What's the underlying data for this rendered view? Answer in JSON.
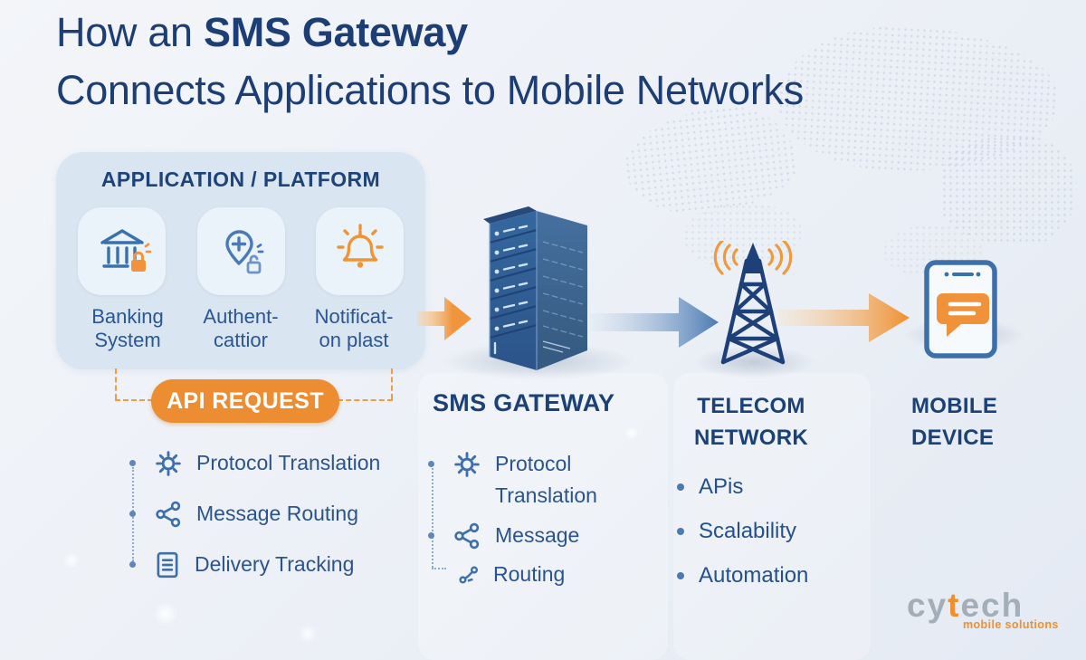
{
  "title": {
    "prefix": "How an ",
    "highlight": "SMS Gateway",
    "line2": "Connects Applications to Mobile Networks"
  },
  "app_card": {
    "title": "APPLICATION / PLATFORM",
    "tiles": [
      {
        "icon": "bank-lock-icon",
        "label_line1": "Banking",
        "label_line2": "System"
      },
      {
        "icon": "pin-plus-lock-icon",
        "label_line1": "Authent-",
        "label_line2": "cattior"
      },
      {
        "icon": "bell-icon",
        "label_line1": "Notificat-",
        "label_line2": "on plast"
      }
    ],
    "api_button": "API REQUEST",
    "features": [
      {
        "icon": "gear-icon",
        "label": "Protocol Translation"
      },
      {
        "icon": "share-icon",
        "label": "Message Routing"
      },
      {
        "icon": "document-icon",
        "label": "Delivery Tracking"
      }
    ]
  },
  "gateway": {
    "title": "SMS GATEWAY",
    "features": [
      {
        "icon": "gear-icon",
        "label": "Protocol Translation"
      },
      {
        "icon": "share-icon",
        "label": "Message"
      },
      {
        "icon": "route-icon",
        "label": "Routing"
      }
    ]
  },
  "telecom": {
    "title_line1": "TELECOM",
    "title_line2": "NETWORK",
    "features": [
      {
        "label": "APis"
      },
      {
        "label": "Scalability"
      },
      {
        "label": "Automation"
      }
    ]
  },
  "mobile": {
    "title_line1": "MOBILE",
    "title_line2": "DEVICE"
  },
  "logo": {
    "part1": "cy",
    "part2": "t",
    "part3": "ech",
    "subtitle": "mobile solutions"
  },
  "colors": {
    "navy": "#1C3E74",
    "orange": "#ED8B33",
    "steel": "#4E7CB1",
    "card_bg": "#D9E5F1"
  }
}
